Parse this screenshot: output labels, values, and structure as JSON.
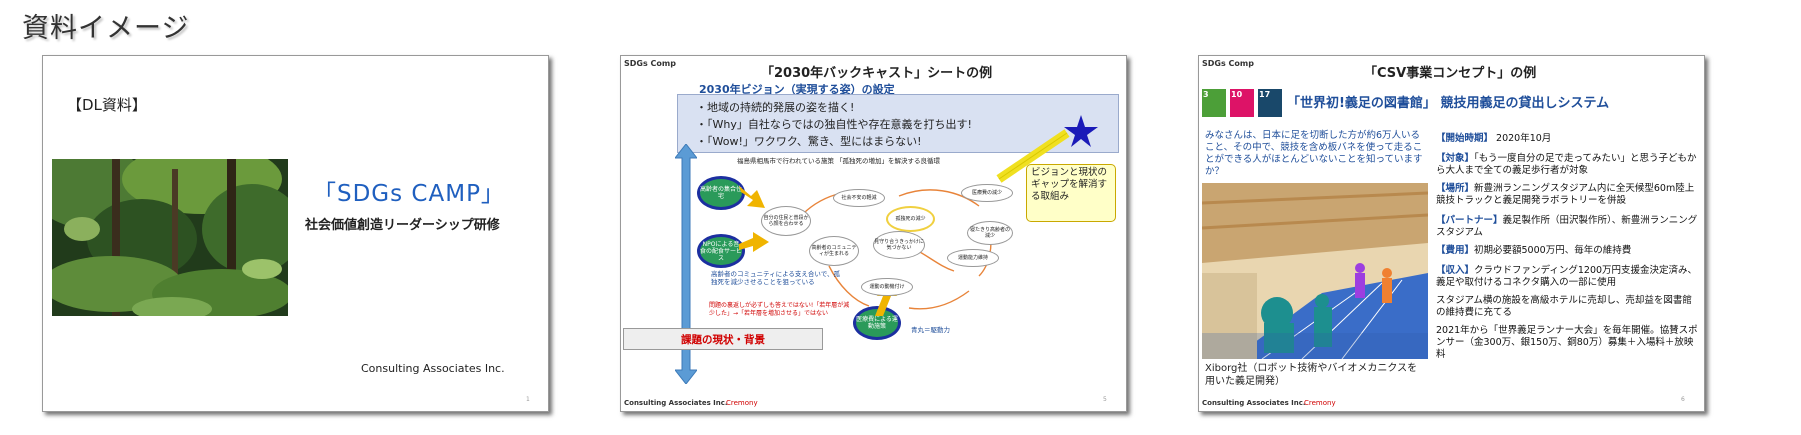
{
  "page": {
    "heading": "資料イメージ"
  },
  "slide1": {
    "tag": "【DL資料】",
    "title": "「SDGs CAMP」",
    "subtitle": "社会価値創造リーダーシップ研修",
    "company": "Consulting Associates Inc.",
    "page_no": "1"
  },
  "slide2": {
    "brand": "SDGs Comp",
    "title": "「2030年バックキャスト」シートの例",
    "vision_heading": "2030年ビジョン（実現する姿）の設定",
    "vision_lines": [
      "・地域の持続的発展の姿を描く!",
      "・「Why」自社ならではの独自性や存在意義を打ち出す!",
      "・「Wow!」ワクワク、驚き、型にはまらない!"
    ],
    "measure": "福島県相馬市で行われている施策 「孤独死の増加」を解決する良循環",
    "gap_note": "ビジョンと現状のギャップを解消する取組み",
    "oval_top": "高齢者の集合住宅",
    "oval_mid": "NPOによる音食の配食サービス",
    "oval_bottom": "医療費による運動施策",
    "nodes": {
      "n1": "社会不安の軽減",
      "n2": "医療費の減少",
      "n3": "孤独死の減少",
      "n4": "自分の住民と普段から顔を合わせる",
      "n5": "高齢者のコミュニティが生まれる",
      "n6": "見守り合うきっかけに気づかない",
      "n7": "寝たきり高齢者の減少",
      "n8": "運動能力維持",
      "n9": "運動の動機付け"
    },
    "community_text": "高齢者のコミュニティによる支え合いで、孤独死を減少させることを狙っている",
    "question_text": "問題の裏返しが必ずしも答えではない!「若年層が減少した」→「若年層を増加させる」ではない",
    "small_label": "青丸＝駆動力",
    "issue": "課題の現状・背景",
    "footer_brand": "Consulting Associates Inc.",
    "footer_red": "Cremony",
    "page_no": "5"
  },
  "slide3": {
    "brand": "SDGs Comp",
    "title": "「CSV事業コンセプト」の例",
    "sdg_icons": [
      "3",
      "10",
      "17"
    ],
    "headline": "「世界初!義足の図書館」 競技用義足の貸出しシステム",
    "intro": "みなさんは、日本に足を切断した方が約6万人いること、その中で、競技を含め板バネを使って走ることができる人がほとんどいないことを知っていますか？",
    "caption": "Xiborg社（ロボット技術やバイオメカニクスを用いた義足開発）",
    "items": [
      {
        "label": "【開始時期】",
        "text": " 2020年10月"
      },
      {
        "label": "【対象】",
        "text": "「もう一度自分の足で走ってみたい」と思う子どもから大人まで全ての義足歩行者が対象"
      },
      {
        "label": "【場所】",
        "text": "新豊洲ランニングスタジアム内に全天候型60m陸上競技トラックと義足開発ラボラトリーを併設"
      },
      {
        "label": "【パートナー】",
        "text": "義足製作所（田沢製作所）、新豊洲ランニングスタジアム"
      },
      {
        "label": "【費用】",
        "text": "初期必要額5000万円、毎年の維持費"
      },
      {
        "label": "【収入】",
        "text": "クラウドファンディング1200万円支援金決定済み、義足や取付けるコネクタ購入の一部に使用"
      },
      {
        "label": "",
        "text": "スタジアム横の施設を高級ホテルに売却し、売却益を図書館の維持費に充てる"
      },
      {
        "label": "",
        "text": "2021年から「世界義足ランナー大会」を毎年開催。協賛スポンサー（金300万、銀150万、銅80万）募集＋入場料＋放映料"
      }
    ],
    "footer_brand": "Consulting Associates Inc.",
    "footer_red": "Cremony",
    "page_no": "6"
  }
}
